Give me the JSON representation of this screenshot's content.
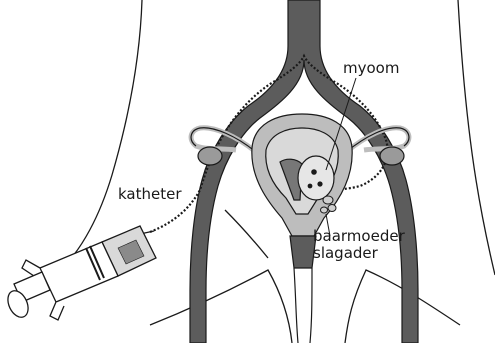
{
  "diagram": {
    "labels": {
      "myoom": "myoom",
      "katheter": "katheter",
      "baarmoeder": "baarmoeder",
      "slagader": "slagader"
    },
    "colors": {
      "line": "#1a1a1a",
      "artery": "#5c5c5c",
      "tissue": "#bdbdbd",
      "tissue_light": "#d9d9d9",
      "background": "#ffffff"
    }
  }
}
